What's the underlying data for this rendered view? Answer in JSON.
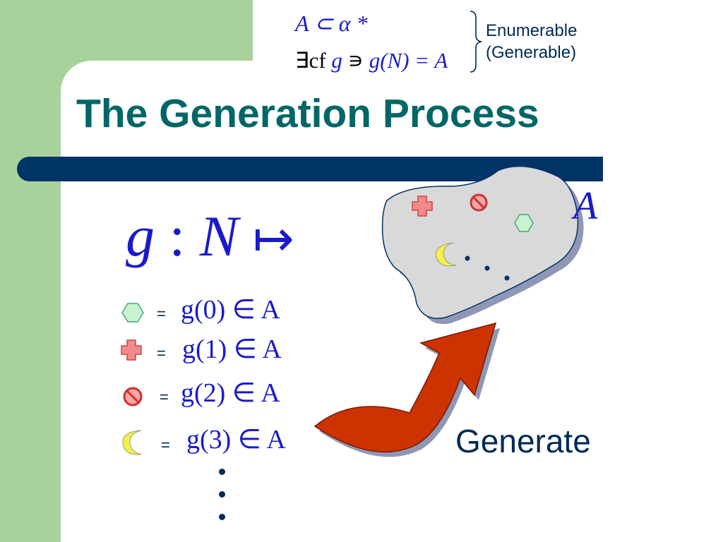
{
  "slide": {
    "title": "The Generation Process",
    "note": {
      "line1": "Enumerable",
      "line2": "(Generable)"
    },
    "formula_subset": "A ⊂ α *",
    "formula_exists": {
      "prefix": "∃cf",
      "g": "g",
      "such_that": "∍",
      "expr": "g(N) = A"
    },
    "mapping": {
      "g": "g",
      "colon": ":",
      "N": "N",
      "arrow": "↦"
    },
    "set_label": "A",
    "eq_sign": "=",
    "rows": [
      {
        "shape": "hexagon-icon",
        "arg": "0",
        "expr": "g(0) ∈ A"
      },
      {
        "shape": "cross-icon",
        "arg": "1",
        "expr": "g(1) ∈ A"
      },
      {
        "shape": "no-symbol-icon",
        "arg": "2",
        "expr": "g(2) ∈ A"
      },
      {
        "shape": "crescent-moon-icon",
        "arg": "3",
        "expr": "g(3) ∈ A"
      }
    ],
    "arrow_label": "Generate",
    "colors": {
      "background_green": "#a8d19b",
      "title_teal": "#006666",
      "bar_navy": "#003366",
      "math_blue": "#1a1acc",
      "arrow_red": "#cc3300",
      "blob_gray": "#d9d9d9"
    }
  }
}
